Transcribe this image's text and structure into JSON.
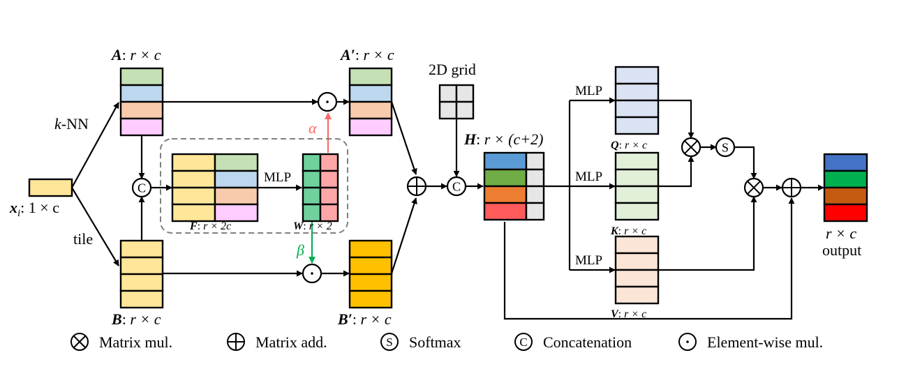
{
  "diagram": {
    "input": {
      "name": "x",
      "subscript": "i",
      "shape": "1 × c",
      "color": "#FFE699"
    },
    "edges": {
      "knn": "k-NN",
      "knn_k": "k",
      "knn_rest": "-NN",
      "tile": "tile",
      "mlp": "MLP"
    },
    "matrices": {
      "A": {
        "name": "A",
        "shape": "r × c",
        "rows": [
          "#C5E0B4",
          "#BDD7EE",
          "#F8CBAD",
          "#FFCCFF"
        ]
      },
      "B": {
        "name": "B",
        "shape": "r × c",
        "rows": [
          "#FFE699",
          "#FFE699",
          "#FFE699",
          "#FFE699"
        ]
      },
      "F": {
        "name": "F",
        "shape": "r × 2c",
        "left_color": "#FFE699",
        "right_rows": [
          "#C5E0B4",
          "#BDD7EE",
          "#F8CBAD",
          "#FFCCFF"
        ]
      },
      "W": {
        "name": "W",
        "shape": "r × 2",
        "left_color": "#70D09E",
        "right_color": "#FFA7A7"
      },
      "A_prime": {
        "name": "A′",
        "shape": "r × c",
        "rows": [
          "#C5E0B4",
          "#BDD7EE",
          "#F8CBAD",
          "#FFCCFF"
        ]
      },
      "B_prime": {
        "name": "B′",
        "shape": "r × c",
        "rows": [
          "#FFC000",
          "#FFC000",
          "#FFC000",
          "#FFC000"
        ]
      },
      "grid": {
        "label": "2D grid",
        "color": "#E7E6E6"
      },
      "H": {
        "name": "H",
        "shape": "r × (c+2)",
        "rows": [
          "#5B9BD5",
          "#70AD47",
          "#ED7D31",
          "#FF5B5B"
        ],
        "side_color": "#E7E6E6"
      },
      "Q": {
        "name": "Q",
        "shape": "r × c",
        "color": "#DAE3F3"
      },
      "K": {
        "name": "K",
        "shape": "r × c",
        "color": "#E2F0D9"
      },
      "V": {
        "name": "V",
        "shape": "r × c",
        "color": "#FBE5D6"
      },
      "output": {
        "shape": "r × c",
        "caption": "output",
        "rows": [
          "#4472C4",
          "#00B050",
          "#C55A11",
          "#FF0000"
        ]
      }
    },
    "weights": {
      "alpha": {
        "symbol": "α",
        "color": "#FF6666"
      },
      "beta": {
        "symbol": "β",
        "color": "#00B050"
      }
    },
    "operators": {
      "concat": "C",
      "softmax": "S",
      "elementwise": "·"
    }
  },
  "legend": [
    {
      "icon": "matrix-mul-icon",
      "label": "Matrix mul."
    },
    {
      "icon": "matrix-add-icon",
      "label": "Matrix add."
    },
    {
      "icon": "softmax-icon",
      "label": "Softmax"
    },
    {
      "icon": "concatenation-icon",
      "label": "Concatenation"
    },
    {
      "icon": "elementwise-mul-icon",
      "label": "Element-wise mul."
    }
  ]
}
